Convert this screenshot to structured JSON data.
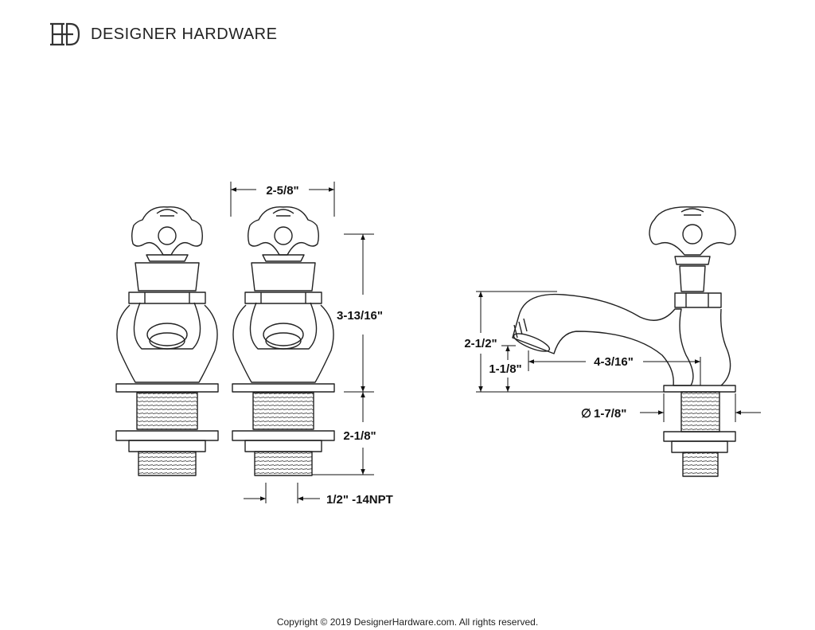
{
  "header": {
    "brand": "DESIGNER HARDWARE",
    "logo_icon": "dh-monogram-icon"
  },
  "dimensions": {
    "handle_width": "2-5/8\"",
    "body_height": "3-13/16\"",
    "shank_length": "2-1/8\"",
    "thread_size": "1/2\" -14NPT",
    "spout_height": "2-1/2\"",
    "spout_outlet_height": "1-1/8\"",
    "spout_reach": "4-3/16\"",
    "flange_diameter": "1-7/8\"",
    "diameter_symbol": "∅"
  },
  "footer": {
    "copyright": "Copyright © 2019 DesignerHardware.com. All rights reserved."
  },
  "colors": {
    "line": "#222222",
    "text": "#111111",
    "background": "#ffffff"
  }
}
